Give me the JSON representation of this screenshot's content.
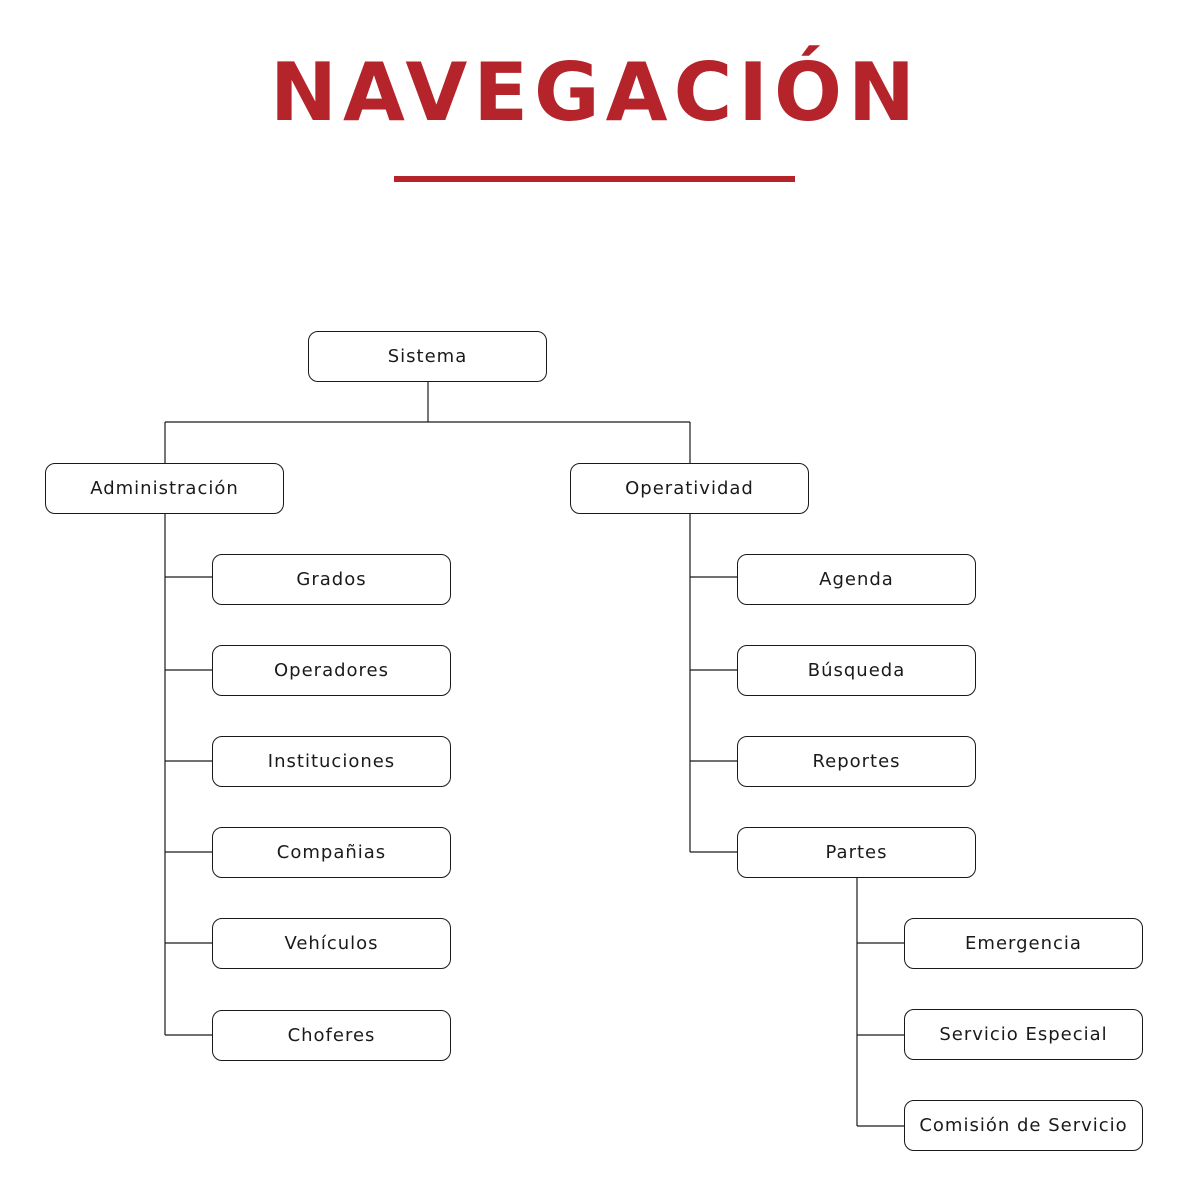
{
  "title": "NAVEGACIÓN",
  "accent_color": "#b5232b",
  "nodes": {
    "sistema": "Sistema",
    "administracion": "Administración",
    "operatividad": "Operatividad",
    "grados": "Grados",
    "operadores": "Operadores",
    "instituciones": "Instituciones",
    "companias": "Compañias",
    "vehiculos": "Vehículos",
    "choferes": "Choferes",
    "agenda": "Agenda",
    "busqueda": "Búsqueda",
    "reportes": "Reportes",
    "partes": "Partes",
    "emergencia": "Emergencia",
    "servicio_especial": "Servicio Especial",
    "comision_de_servicio": "Comisión de Servicio"
  }
}
